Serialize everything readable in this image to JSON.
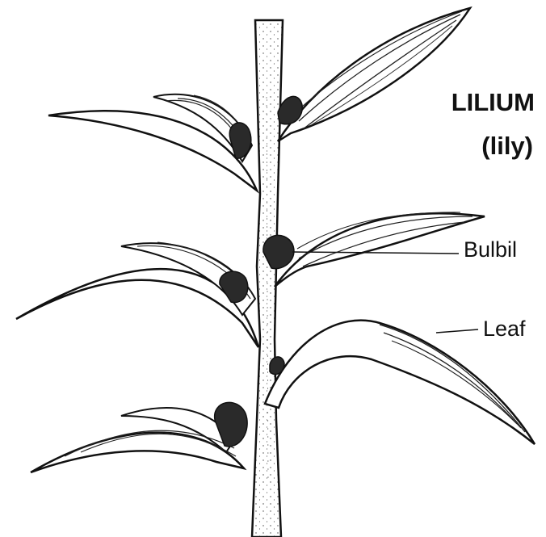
{
  "title": {
    "line1": "LILIUM",
    "line2": "(lily)"
  },
  "labels": {
    "bulbil": "Bulbil",
    "leaf": "Leaf"
  },
  "colors": {
    "ink": "#111111",
    "paper": "#ffffff",
    "bulbil_fill": "#2a2a2a"
  }
}
